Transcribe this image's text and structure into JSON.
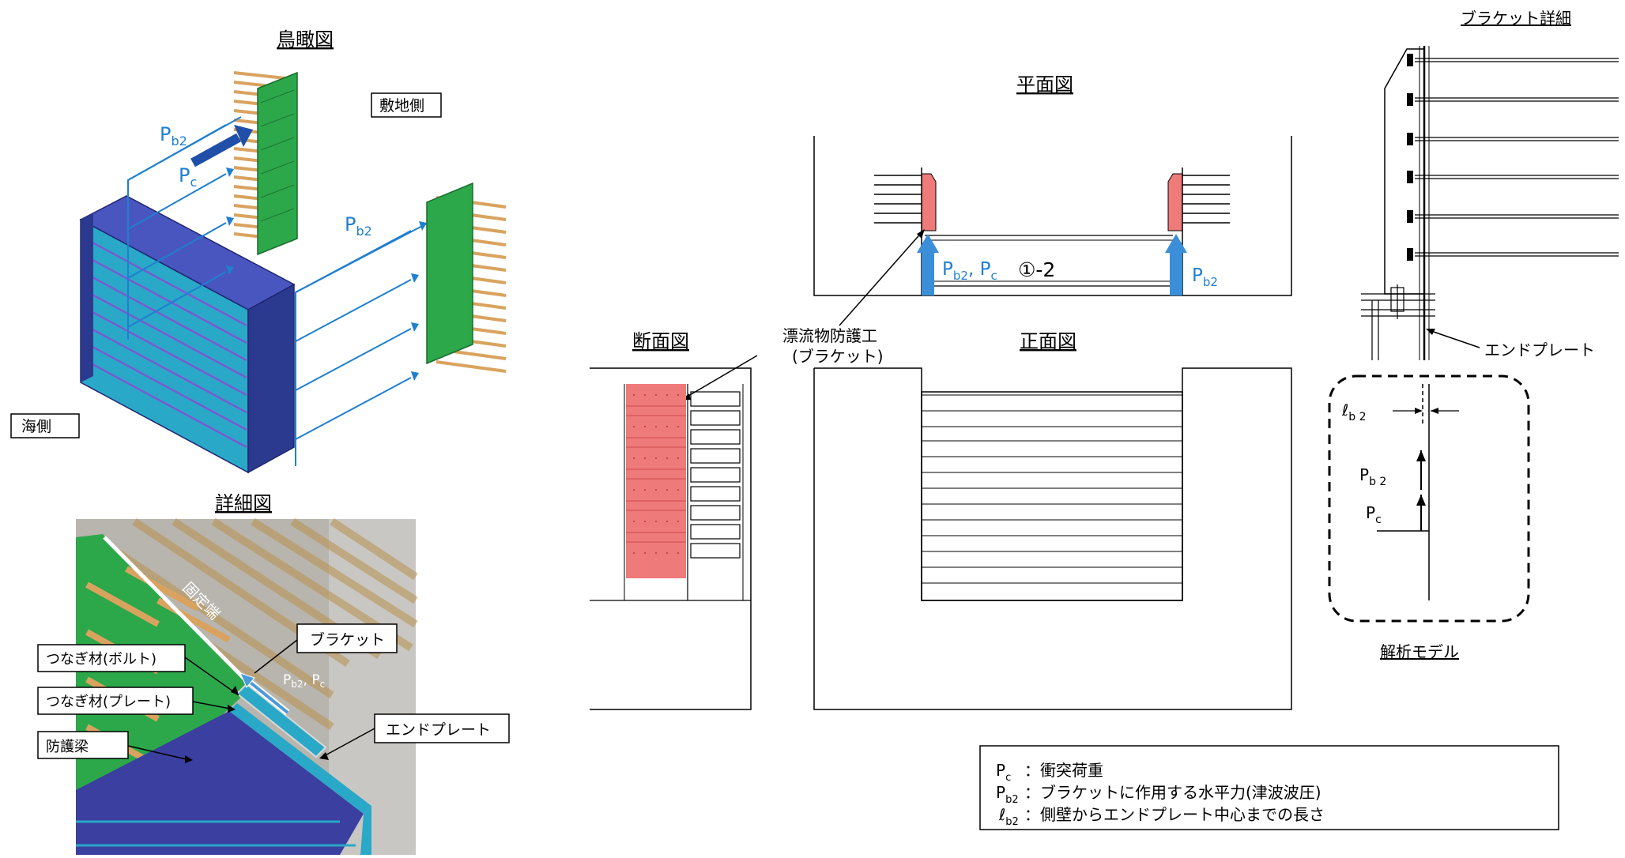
{
  "titles": {
    "birdseye": "鳥瞰図",
    "detail": "詳細図",
    "plan": "平面図",
    "section": "断面図",
    "front": "正面図",
    "bracket_detail": "ブラケット詳細",
    "analysis_model": "解析モデル"
  },
  "labels": {
    "land_side": "敷地側",
    "sea_side": "海側",
    "pb2": "P",
    "pb2_sub": "b2",
    "pc": "P",
    "pc_sub": "c",
    "plan_left_label": "P",
    "plan_left_sub": "b2",
    "plan_left_rest": ", P",
    "plan_left_rest_sub": "c",
    "plan_case": "①-2",
    "plan_right_label": "P",
    "plan_right_sub": "b2",
    "debris_protect_line1": "漂流物防護工",
    "debris_protect_line2": "(ブラケット)",
    "end_plate": "エンドプレート",
    "fixed_end": "固定端",
    "bracket": "ブラケット",
    "tie_bolt": "つなぎ材(ボルト)",
    "tie_plate": "つなぎ材(プレート)",
    "protective_beam": "防護梁",
    "detail_end_plate": "エンドプレート",
    "detail_load": "P",
    "detail_load_sub": "b2",
    "detail_load2": ", P",
    "detail_load2_sub": "c",
    "model_lb2": "ℓ",
    "model_lb2_sub": "b 2",
    "model_pb2": "P",
    "model_pb2_sub": "b 2",
    "model_pc": "P",
    "model_pc_sub": "c"
  },
  "legend": [
    {
      "sym": "P",
      "sub": "c",
      "desc": "：衝突荷重"
    },
    {
      "sym": "P",
      "sub": "b2",
      "desc": "：ブラケットに作用する水平力(津波波圧)"
    },
    {
      "sym": "ℓ",
      "sub": "b2",
      "desc": "：側壁からエンドプレート中心までの長さ"
    }
  ],
  "colors": {
    "arrow_blue": "#1f7fd0",
    "green": "#2ca84a",
    "navy": "#2b3a8f",
    "teal": "#2aa8c8",
    "pink": "#ef7a7a",
    "tan": "#d9a35f"
  }
}
